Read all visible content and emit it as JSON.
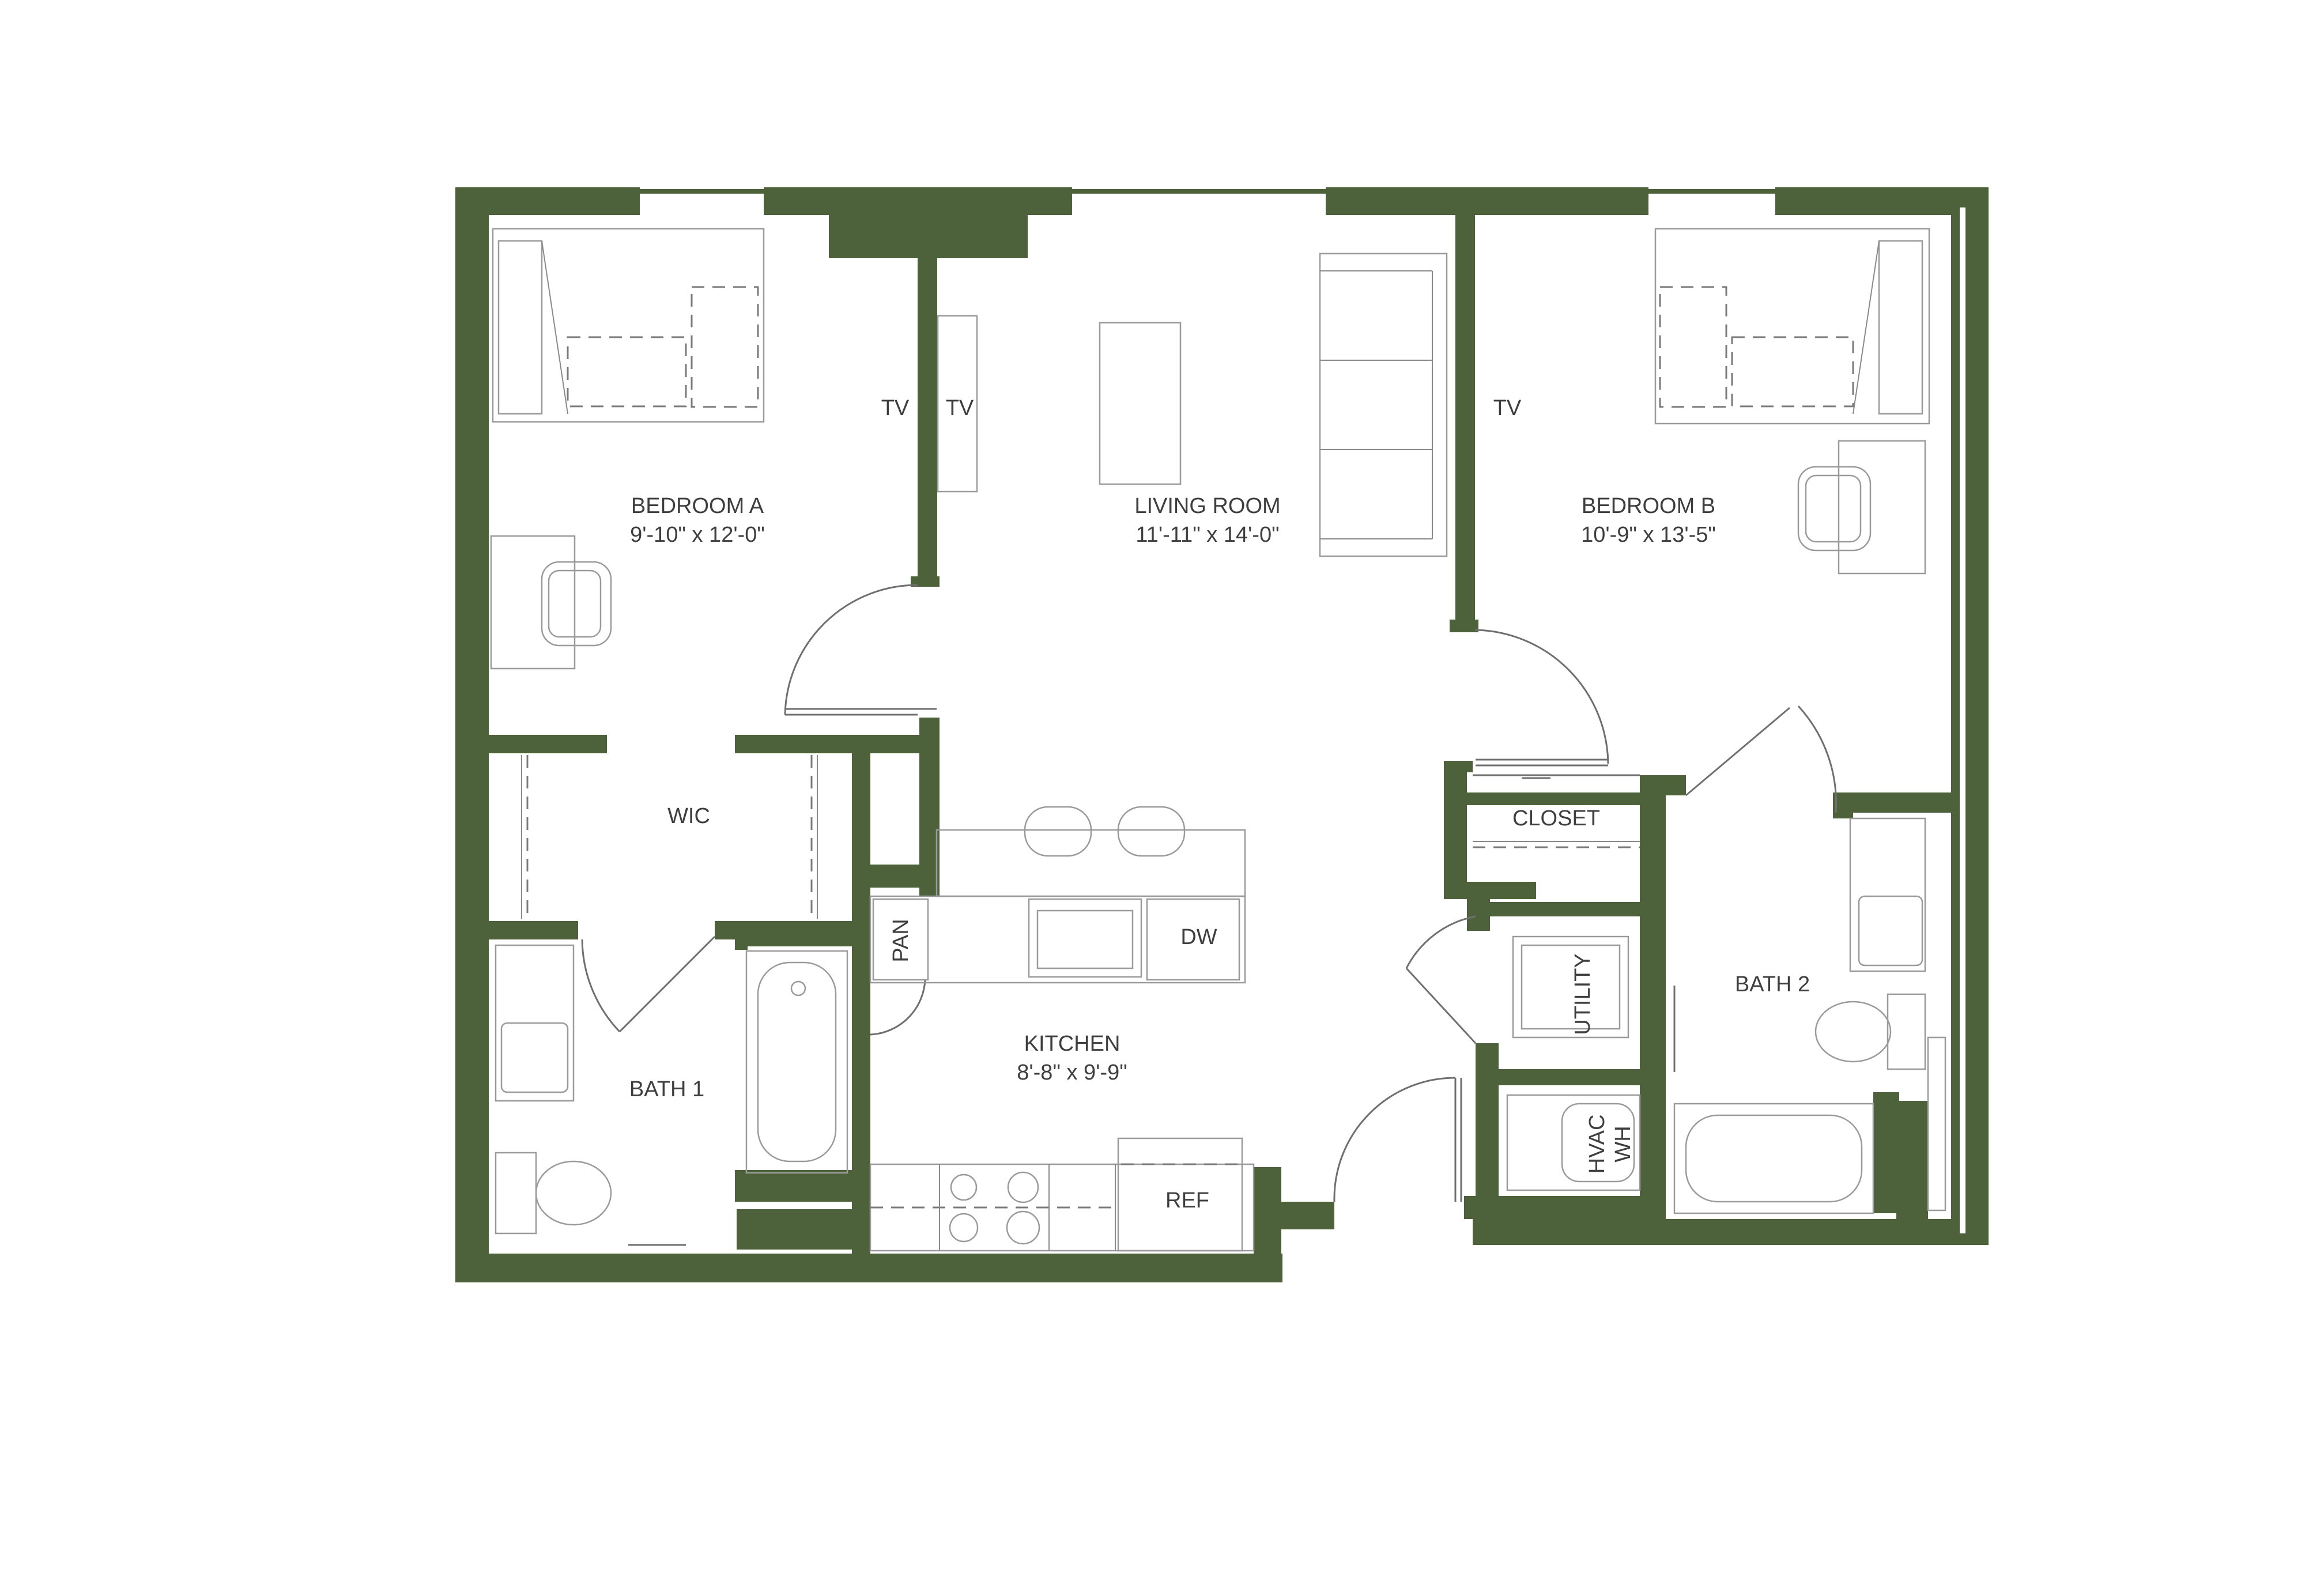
{
  "colors": {
    "wall": "#4d623a",
    "fixture": "#8a8a8a",
    "text": "#3e3e3e"
  },
  "rooms": {
    "bedroom_a": {
      "name": "BEDROOM A",
      "size": "9'-10\" x 12'-0\""
    },
    "living_room": {
      "name": "LIVING ROOM",
      "size": "11'-11\" x 14'-0\""
    },
    "bedroom_b": {
      "name": "BEDROOM B",
      "size": "10'-9\" x 13'-5\""
    },
    "wic": {
      "name": "WIC"
    },
    "kitchen": {
      "name": "KITCHEN",
      "size": "8'-8\" x 9'-9\""
    },
    "bath_1": {
      "name": "BATH 1"
    },
    "bath_2": {
      "name": "BATH 2"
    },
    "closet": {
      "name": "CLOSET"
    },
    "utility": {
      "name": "UTILITY"
    }
  },
  "appliances": {
    "tv": "TV",
    "pan": "PAN",
    "dw": "DW",
    "ref": "REF",
    "hvac": "HVAC",
    "wh": "WH"
  }
}
